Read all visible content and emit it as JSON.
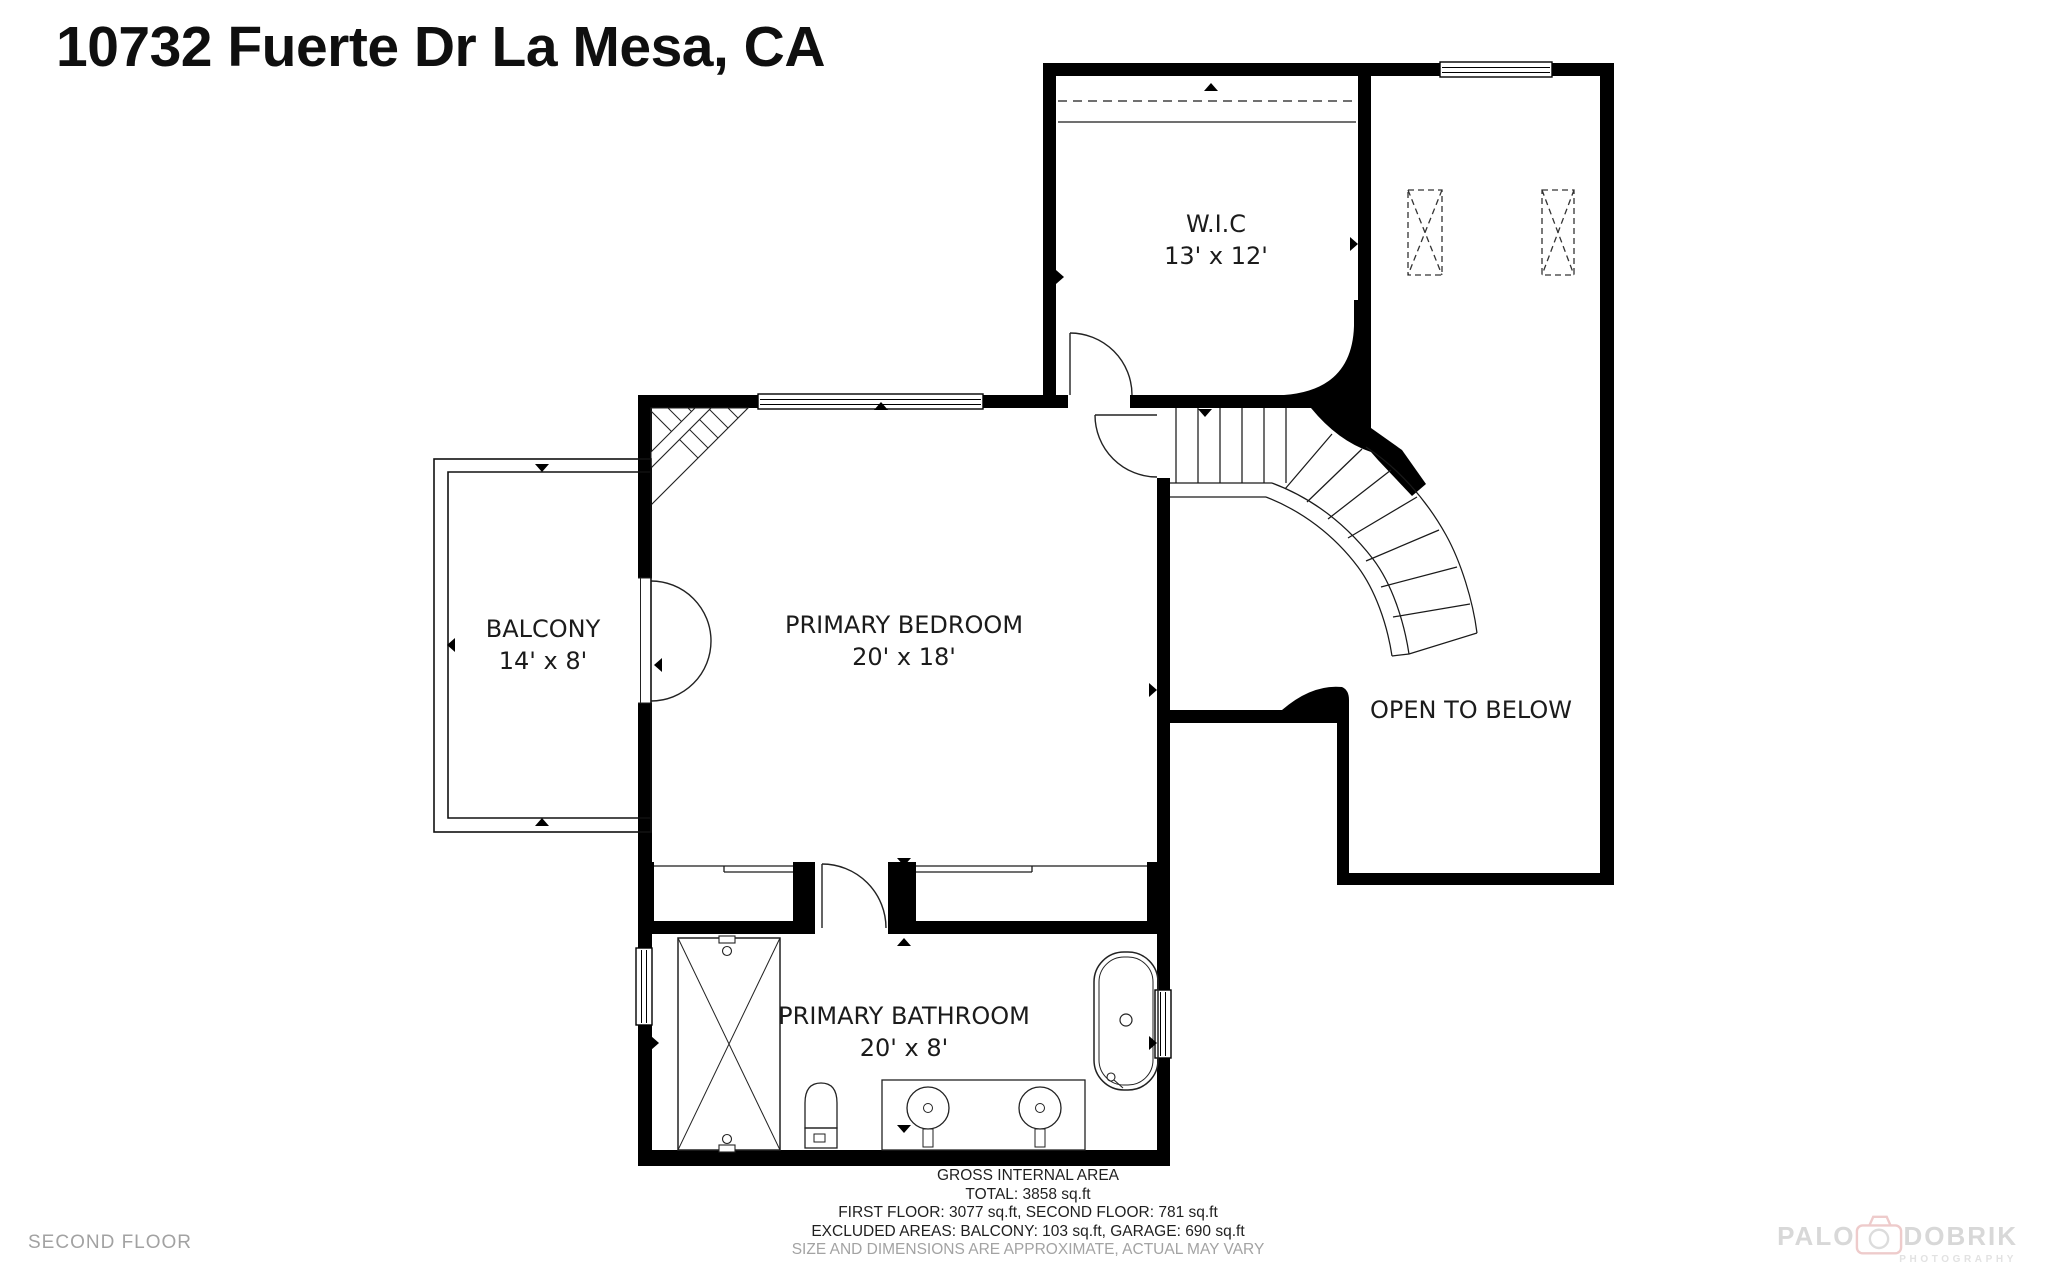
{
  "title": "10732 Fuerte Dr La Mesa, CA",
  "floor_label": "SECOND FLOOR",
  "rooms": {
    "wic": {
      "name": "W.I.C",
      "dims": "13' x 12'"
    },
    "bedroom": {
      "name": "PRIMARY BEDROOM",
      "dims": "20' x 18'"
    },
    "balcony": {
      "name": "BALCONY",
      "dims": "14' x 8'"
    },
    "bathroom": {
      "name": "PRIMARY BATHROOM",
      "dims": "20' x 8'"
    },
    "open_below": {
      "name": "OPEN TO BELOW"
    }
  },
  "footer": {
    "line1": "GROSS INTERNAL AREA",
    "line2": "TOTAL: 3858 sq.ft",
    "line3": "FIRST FLOOR: 3077 sq.ft, SECOND FLOOR: 781 sq.ft",
    "line4": "EXCLUDED AREAS: BALCONY: 103 sq.ft, GARAGE: 690 sq.ft",
    "disclaimer": "SIZE AND DIMENSIONS ARE APPROXIMATE, ACTUAL MAY VARY"
  },
  "watermark": {
    "brand_left": "PALO",
    "brand_right": "DOBRIK",
    "subtitle": "PHOTOGRAPHY"
  },
  "colors": {
    "wall": "#000000",
    "line": "#1a1a1a",
    "label_text": "#1b1b1b",
    "muted_text": "#a2a2a2",
    "watermark_gray": "#d8d8d8",
    "watermark_pink": "#eecbcb"
  }
}
